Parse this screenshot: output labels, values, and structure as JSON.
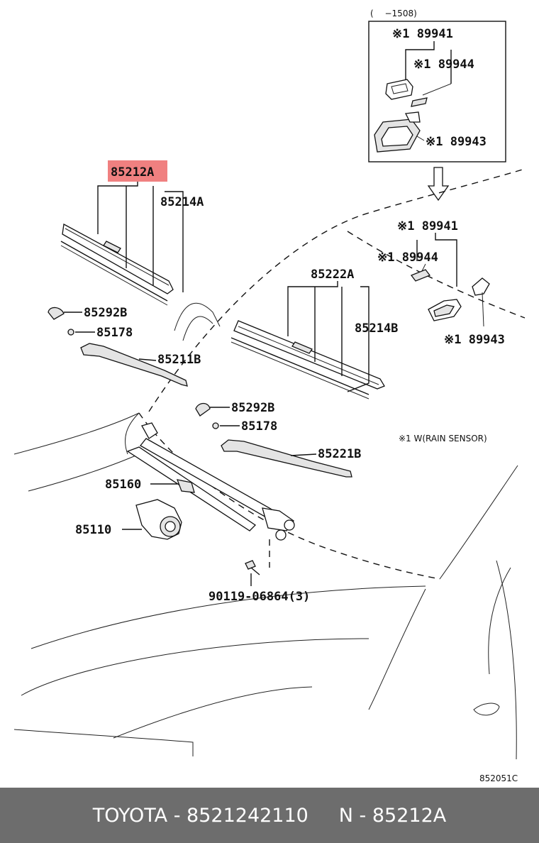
{
  "diagram": {
    "inset_note": "(　 −1508)",
    "inset_labels": [
      "※1 89941",
      "※1 89944",
      "※1 89943"
    ],
    "sensor_labels": [
      "※1 89941",
      "※1 89944",
      "※1 89943"
    ],
    "labels": {
      "blade_left": "85212A",
      "refill_left": "85214A",
      "blade_right": "85222A",
      "refill_right": "85214B",
      "cap_left": "85292B",
      "nut_left": "85178",
      "arm_left": "85211B",
      "cap_right": "85292B",
      "nut_right": "85178",
      "arm_right": "85221B",
      "link": "85160",
      "motor": "85110",
      "bolt": "90119-06864(3)"
    },
    "footnote": "※1 W(RAIN SENSOR)",
    "figure_code": "852051C",
    "highlight_color": "#f08080"
  },
  "footer": {
    "brand_part": "TOYOTA - 8521242110",
    "ref": "N - 85212A"
  }
}
